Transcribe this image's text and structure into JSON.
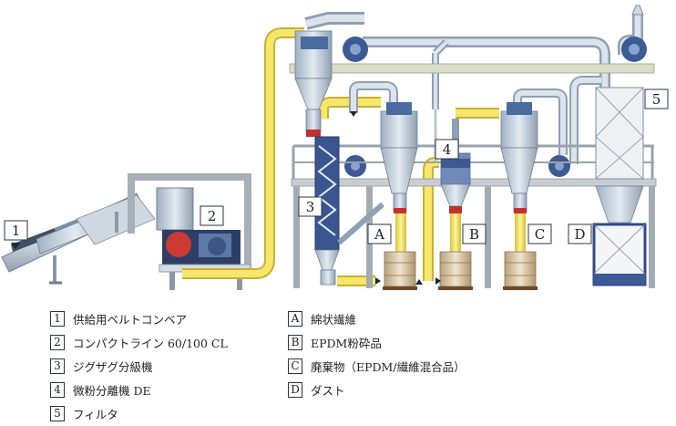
{
  "labels": {
    "n1": "1",
    "n2": "2",
    "n3": "3",
    "n4": "4",
    "n5": "5",
    "a": "A",
    "b": "B",
    "c": "C",
    "d": "D"
  },
  "legend_left": [
    {
      "key": "1",
      "text": "供給用ベルトコンベア"
    },
    {
      "key": "2",
      "text": "コンパクトライン 60/100 CL"
    },
    {
      "key": "3",
      "text": "ジグザグ分級機"
    },
    {
      "key": "4",
      "text": "微粉分離機 DE"
    },
    {
      "key": "5",
      "text": "フィルタ"
    }
  ],
  "legend_right": [
    {
      "key": "A",
      "text": "綿状繊維"
    },
    {
      "key": "B",
      "text": "EPDM粉砕品"
    },
    {
      "key": "C",
      "text": "廃棄物（EPDM/繊維混合品）"
    },
    {
      "key": "D",
      "text": "ダスト"
    }
  ],
  "colors": {
    "yellow_pipe": "#f2e05a",
    "grey_pipe": "#c8d2dc",
    "steel_blue": "#4a6a9c",
    "frame": "#9aa3ab",
    "drum": "#d9c9a8",
    "accent_red": "#c23030"
  }
}
